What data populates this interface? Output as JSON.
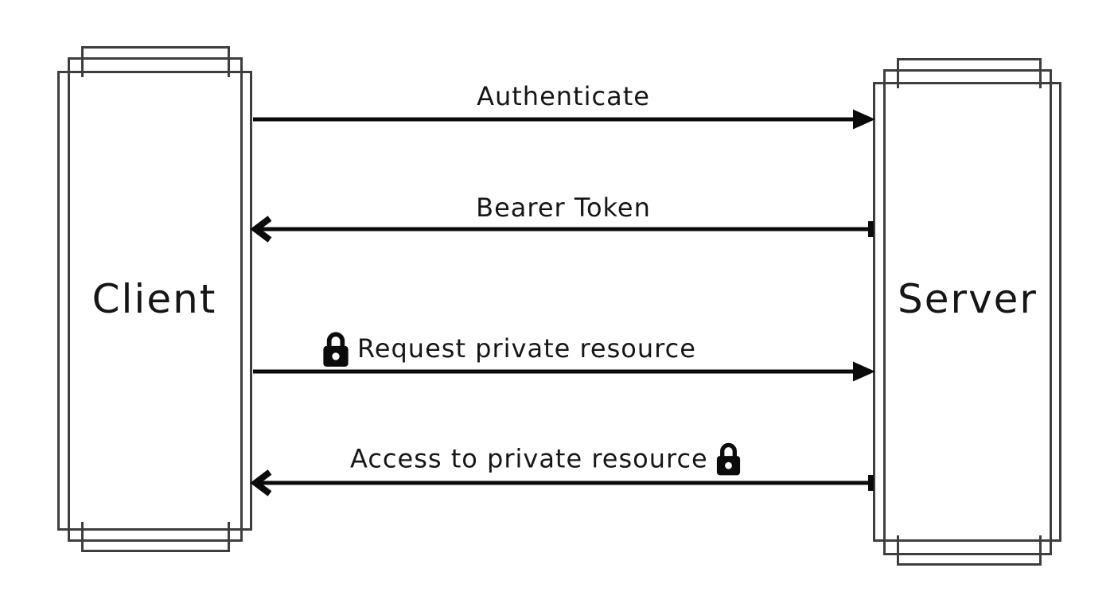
{
  "diagram": {
    "type": "sequence-diagram",
    "background": "#ffffff",
    "colors": {
      "frame_stroke": "#3e3e3e",
      "arrow_stroke": "#0b0b0b",
      "text": "#161616",
      "lock_fill": "#0b0b0b"
    },
    "participants": {
      "client": {
        "label": "Client"
      },
      "server": {
        "label": "Server"
      }
    },
    "messages": [
      {
        "label": "Authenticate",
        "from": "Client",
        "to": "Server",
        "direction": "right",
        "arrowhead": "filled-triangle",
        "lock": "none"
      },
      {
        "label": "Bearer Token",
        "from": "Server",
        "to": "Client",
        "direction": "left",
        "arrowhead": "chevron",
        "lock": "none"
      },
      {
        "label": "Request private resource",
        "from": "Client",
        "to": "Server",
        "direction": "right",
        "arrowhead": "filled-triangle",
        "lock": "before-text"
      },
      {
        "label": "Access to private resource",
        "from": "Server",
        "to": "Client",
        "direction": "left",
        "arrowhead": "chevron",
        "lock": "after-text"
      }
    ]
  }
}
